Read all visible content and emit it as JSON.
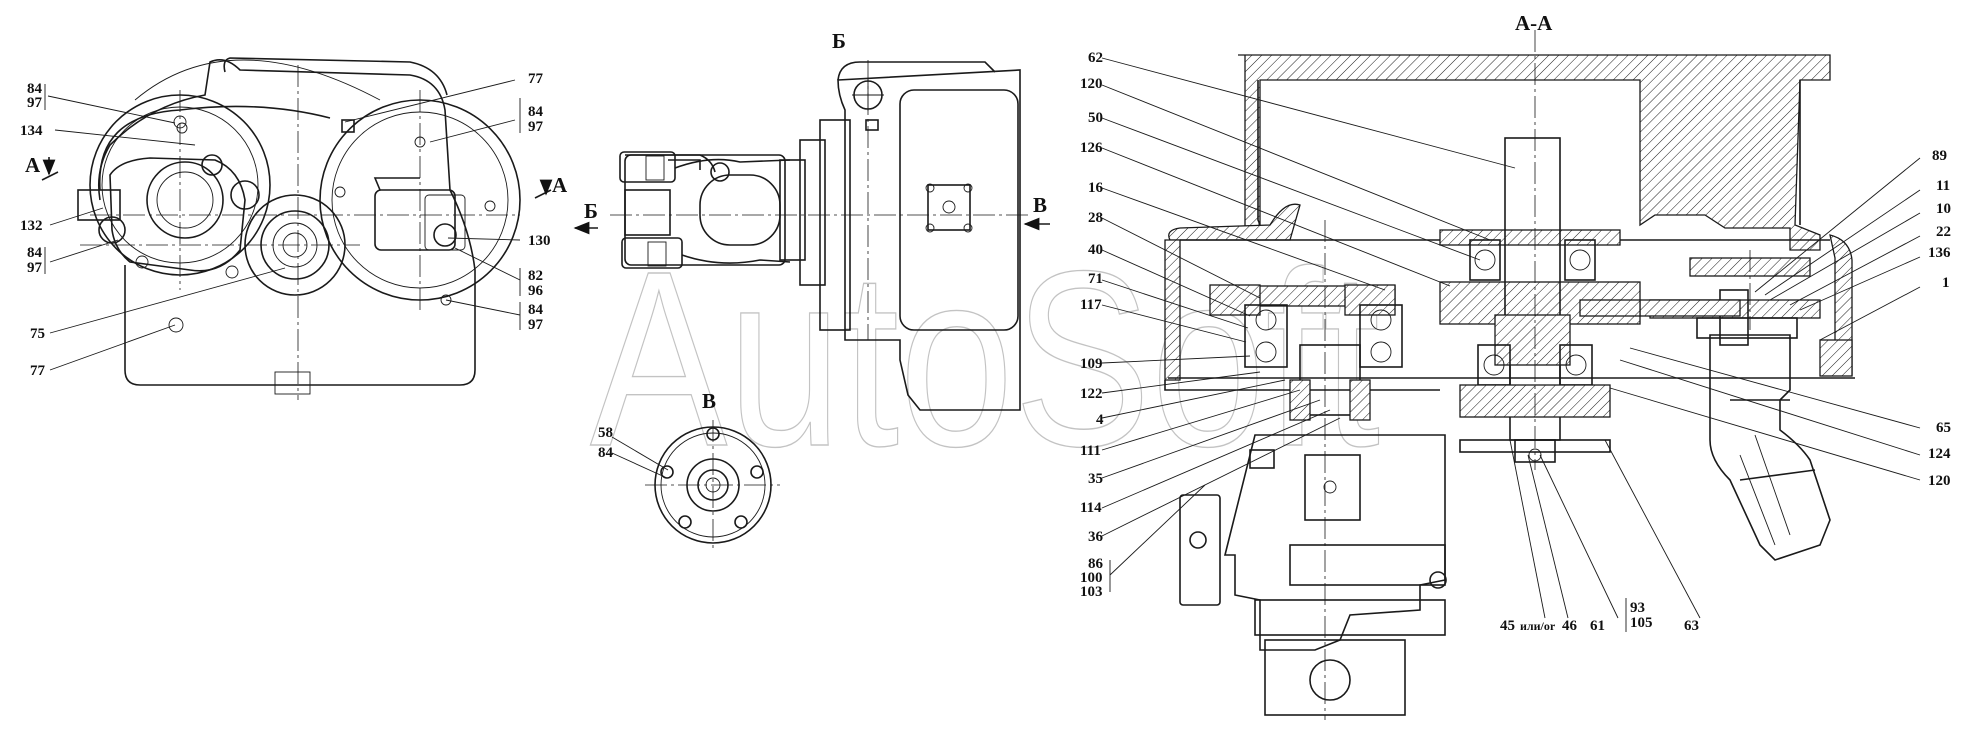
{
  "watermark": "AutoSoft",
  "section_labels": {
    "aa": "А-А",
    "b_view": "Б",
    "v_view": "В",
    "cut_a_left": "А",
    "cut_a_right": "А",
    "arrow_b": "Б",
    "arrow_v": "В"
  },
  "callouts": {
    "left": {
      "c84a": "84",
      "c97a": "97",
      "c134": "134",
      "c132": "132",
      "c84b": "84",
      "c97b": "97",
      "c75": "75",
      "c77a": "77",
      "c77b": "77",
      "c84c": "84",
      "c97c": "97",
      "c130": "130",
      "c82": "82",
      "c96": "96",
      "c84d": "84",
      "c97d": "97"
    },
    "view_v": {
      "c58": "58",
      "c84": "84"
    },
    "section": {
      "c62": "62",
      "c120a": "120",
      "c50": "50",
      "c126": "126",
      "c16": "16",
      "c28": "28",
      "c40": "40",
      "c71": "71",
      "c117": "117",
      "c109": "109",
      "c122": "122",
      "c4": "4",
      "c111": "111",
      "c35": "35",
      "c114": "114",
      "c36": "36",
      "c86": "86",
      "c100": "100",
      "c103": "103",
      "c89": "89",
      "c11": "11",
      "c10": "10",
      "c22": "22",
      "c136": "136",
      "c1": "1",
      "c65": "65",
      "c124": "124",
      "c120b": "120",
      "c45": "45",
      "c45_note": "или/or",
      "c46": "46",
      "c61": "61",
      "c93": "93",
      "c105": "105",
      "c63": "63"
    }
  }
}
